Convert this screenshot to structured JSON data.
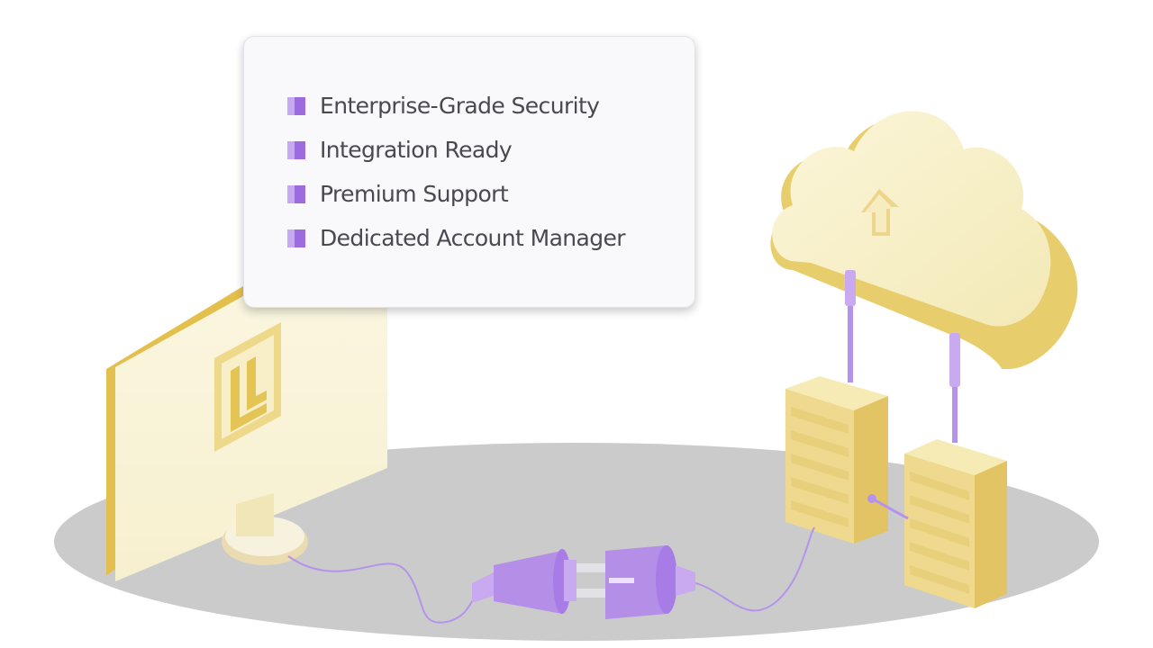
{
  "features_card": {
    "items": [
      {
        "label": "Enterprise-Grade Security"
      },
      {
        "label": "Integration Ready"
      },
      {
        "label": "Premium Support"
      },
      {
        "label": "Dedicated Account Manager"
      }
    ]
  },
  "illustration": {
    "icons": [
      "monitor-icon",
      "logo-mark-icon",
      "cloud-upload-icon",
      "server-rack-icon",
      "power-plug-icon",
      "power-socket-icon",
      "cable-icon"
    ]
  },
  "colors": {
    "accent_purple": "#a77ce6",
    "bullet_light": "#c7a8f2",
    "bullet_dark": "#9c6be0",
    "gold": "#e8d07a",
    "cream": "#f6efc4",
    "floor_gray": "#cbcbcb",
    "text": "#4a4950"
  }
}
